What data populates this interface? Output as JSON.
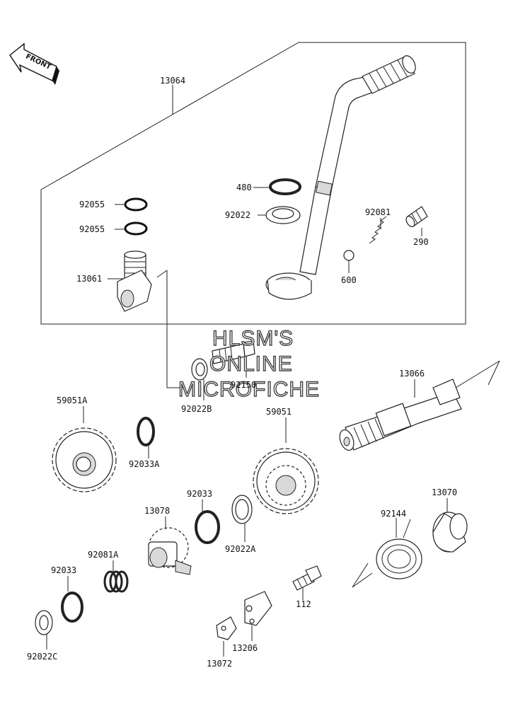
{
  "watermark": {
    "line1": "HLSM'S",
    "line2": "ONLINE",
    "line3": "MICROFICHE"
  },
  "front_label": "FRONT",
  "labels": {
    "p13064": "13064",
    "p92055a": "92055",
    "p92055b": "92055",
    "p13061": "13061",
    "p480": "480",
    "p92022": "92022",
    "p92081": "92081",
    "p290": "290",
    "p600": "600",
    "p92150": "92150",
    "p92022B": "92022B",
    "p13066": "13066",
    "p59051A": "59051A",
    "p92033A": "92033A",
    "p59051": "59051",
    "p92033": "92033",
    "p13078": "13078",
    "p92022A": "92022A",
    "p92144": "92144",
    "p13070": "13070",
    "p92081A": "92081A",
    "p92033b": "92033",
    "p112": "112",
    "p92022C": "92022C",
    "p13206": "13206",
    "p13072": "13072"
  }
}
